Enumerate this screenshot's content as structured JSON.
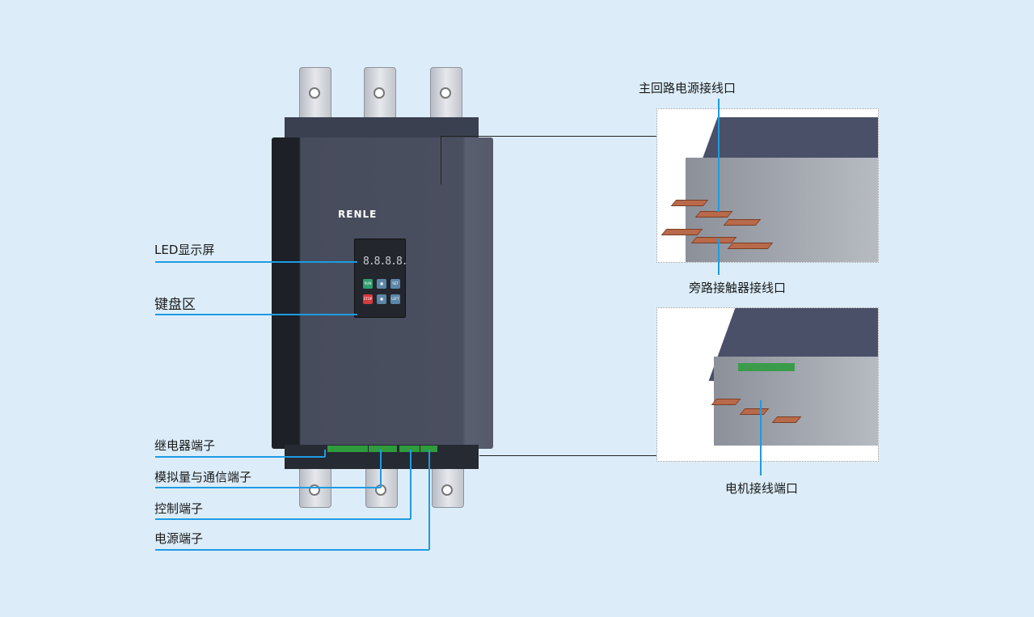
{
  "product": {
    "brand": "RENLE",
    "display_digits": "8.8.8.8."
  },
  "keypad": {
    "keys": [
      "RUN",
      "■",
      "SET",
      "STOP",
      "■",
      "LEFT"
    ]
  },
  "callouts_left": [
    {
      "label": "LED显示屏"
    },
    {
      "label": "键盘区"
    },
    {
      "label": "继电器端子"
    },
    {
      "label": "模拟量与通信端子"
    },
    {
      "label": "控制端子"
    },
    {
      "label": "电源端子"
    }
  ],
  "callouts_right": [
    {
      "label": "主回路电源接线口"
    },
    {
      "label": "旁路接触器接线口"
    },
    {
      "label": "电机接线端口"
    }
  ],
  "colors": {
    "background": "#dcedf9",
    "callout_line": "#1e9be3",
    "device_body": "#434858"
  }
}
